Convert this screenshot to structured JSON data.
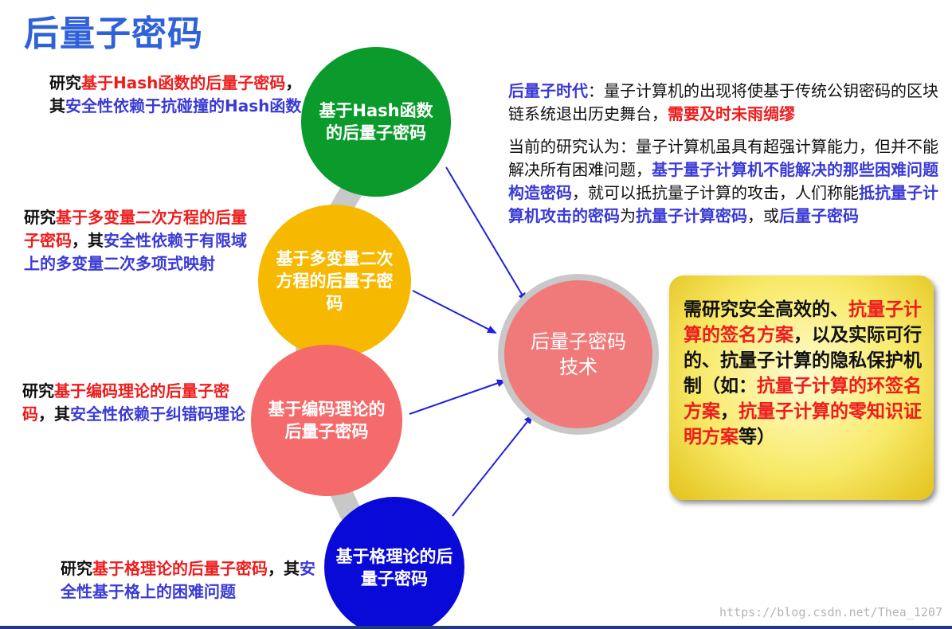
{
  "title": "后量子密码",
  "colors": {
    "hash": "#0a9b2c",
    "multivariate": "#f7b900",
    "code": "#f56a6a",
    "lattice": "#0a0ad8",
    "center": "#f07a7a",
    "arc": "#c8c8c8",
    "red_text": "#ef1c1c",
    "blue_text": "#3a3ad6"
  },
  "circles": {
    "hash": "基于Hash函数的后量子密码",
    "multivariate": "基于多变量二次方程的后量子密码",
    "code": "基于编码理论的后量子密码",
    "lattice": "基于格理论的后量子密码",
    "center": "后量子密码技术"
  },
  "left_desc": {
    "hash": {
      "a": "研究",
      "b": "基于Hash函数的后量子密码",
      "c": "，其",
      "d": "安全性依赖于抗碰撞的Hash函数"
    },
    "multivariate": {
      "a": "研究",
      "b": "基于多变量二次方程的后量子密码",
      "c": "，其",
      "d": "安全性依赖于有限域上的多变量二次多项式映射"
    },
    "code": {
      "a": "研究",
      "b": "基于编码理论的后量子密码",
      "c": "，其",
      "d": "安全性依赖于纠错码理论"
    },
    "lattice": {
      "a": "研究",
      "b": "基于格理论的后量子密码",
      "c": "，其",
      "d": "安全性基于格上的困难问题"
    }
  },
  "right_top": {
    "p1": {
      "a": "后量子时代",
      "b": "：量子计算机的出现将使基于传统公钥密码的区块链系统退出历史舞台，",
      "c": "需要及时未雨绸缪"
    },
    "p2": {
      "a": "当前的研究认为：量子计算机虽具有超强计算能力，但并不能解决所有困难问题，",
      "b": "基于量子计算机不能解决的那些困难问题构造密码",
      "c": "，就可以抵抗量子计算的攻击，人们称能",
      "d": "抵抗量子计算机攻击的密码",
      "e": "为",
      "f": "抗量子计算密码",
      "g": "，或",
      "h": "后量子密码"
    }
  },
  "gold_box": {
    "a": "需研究安全高效的、",
    "b": "抗量子计算的签名方案",
    "c": "，以及实际可行的、抗量子计算的隐私保护机制（如：",
    "d": "抗量子计算的环签名方案",
    "e": "，",
    "f": "抗量子计算的零知识证明方案",
    "g": "等）"
  },
  "watermark": "https://blog.csdn.net/Thea_1207"
}
